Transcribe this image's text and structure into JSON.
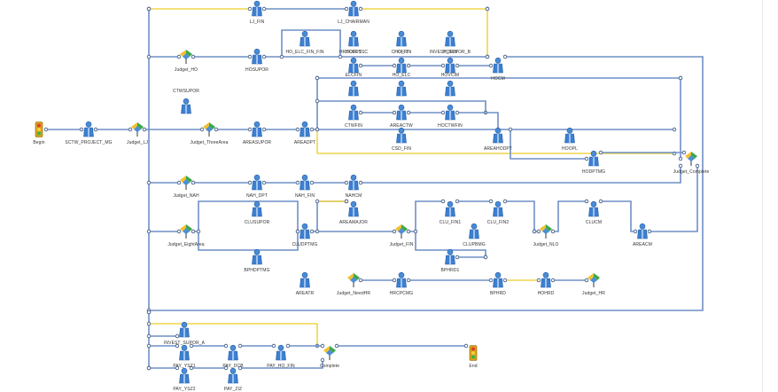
{
  "diagram": {
    "colors": {
      "blue_link": "#6f8fc6",
      "yellow_link": "#f0d64a",
      "dot": "#2f4f7f"
    },
    "nodes": [
      {
        "id": "begin",
        "label": "Begin",
        "type": "traffic"
      },
      {
        "id": "sctw_project_mg",
        "label": "SCTW_PROJECT_MG",
        "type": "person"
      },
      {
        "id": "judget_lj",
        "label": "Judget_LJ",
        "type": "judge"
      },
      {
        "id": "lj_fin",
        "label": "LJ_FIN",
        "type": "person"
      },
      {
        "id": "lj_chairman",
        "label": "LJ_CHAIRMAN",
        "type": "person"
      },
      {
        "id": "judget_ho",
        "label": "Judget_HO",
        "type": "judge"
      },
      {
        "id": "hosupor",
        "label": "HOSUPOR",
        "type": "person"
      },
      {
        "id": "ho_elc_fin_fin",
        "label": "HO_ELC_FIN_FIN",
        "type": "person"
      },
      {
        "id": "hrdofessc",
        "label": "HRDOFESSC",
        "type": "person"
      },
      {
        "id": "hofit",
        "label": "HOFIT",
        "type": "person"
      },
      {
        "id": "invest_supor_b",
        "label": "INVEST_SUPOR_B",
        "type": "person"
      },
      {
        "id": "hodpt",
        "label": "HODPT",
        "type": "person"
      },
      {
        "id": "cho_fin",
        "label": "CHO_FIN",
        "type": "person"
      },
      {
        "id": "hofin",
        "label": "HOFIN",
        "type": "person"
      },
      {
        "id": "hocm",
        "label": "HOCM",
        "type": "person"
      },
      {
        "id": "elcfin",
        "label": "ELCFIN",
        "type": "person"
      },
      {
        "id": "ho_elc",
        "label": "HO_ELC",
        "type": "person"
      },
      {
        "id": "hovcim",
        "label": "HOVCIM",
        "type": "person"
      },
      {
        "id": "ctwfin",
        "label": "CTWFIN",
        "type": "person"
      },
      {
        "id": "areactw",
        "label": "AREACTW",
        "type": "person"
      },
      {
        "id": "hoctwfin",
        "label": "HOCTWFIN",
        "type": "person"
      },
      {
        "id": "ctwsupor",
        "label": "CTWSUPOR",
        "type": "person"
      },
      {
        "id": "judget_threearea",
        "label": "Judget_ThreeArea",
        "type": "judge"
      },
      {
        "id": "areasupor",
        "label": "AREASUPOR",
        "type": "person"
      },
      {
        "id": "areadpt",
        "label": "AREADPT",
        "type": "person"
      },
      {
        "id": "csd_fin",
        "label": "CSD_FIN",
        "type": "person"
      },
      {
        "id": "areahodpt",
        "label": "AREAHODPT",
        "type": "person"
      },
      {
        "id": "hoopl",
        "label": "HOOPL",
        "type": "person"
      },
      {
        "id": "hodptmg",
        "label": "HODPTMG",
        "type": "person"
      },
      {
        "id": "judget_complete",
        "label": "Judget_Complete",
        "type": "judge"
      },
      {
        "id": "judget_nah",
        "label": "Judget_NAH",
        "type": "judge"
      },
      {
        "id": "nah_dpt",
        "label": "NAH_DPT",
        "type": "person"
      },
      {
        "id": "nah_fin",
        "label": "NAH_FIN",
        "type": "person"
      },
      {
        "id": "nahcm",
        "label": "NAHCM",
        "type": "person"
      },
      {
        "id": "judget_eightarea",
        "label": "Judget_EightArea",
        "type": "judge"
      },
      {
        "id": "clusupor",
        "label": "CLUSUPOR",
        "type": "person"
      },
      {
        "id": "areamajor",
        "label": "AREAMAJOR",
        "type": "person"
      },
      {
        "id": "judget_fin",
        "label": "Judget_FIN",
        "type": "judge"
      },
      {
        "id": "clu_fin1",
        "label": "CLU_FIN1",
        "type": "person"
      },
      {
        "id": "clu_fin2",
        "label": "CLU_FIN2",
        "type": "person"
      },
      {
        "id": "judget_nlo",
        "label": "Judget_NLO",
        "type": "judge"
      },
      {
        "id": "clucm",
        "label": "CLUCM",
        "type": "person"
      },
      {
        "id": "areacm",
        "label": "AREACM",
        "type": "person"
      },
      {
        "id": "cludptmg",
        "label": "CLUDPTMG",
        "type": "person"
      },
      {
        "id": "clupbmg",
        "label": "CLUPBMG",
        "type": "person"
      },
      {
        "id": "bphrd1",
        "label": "BPHRD1",
        "type": "person"
      },
      {
        "id": "bphdptmg",
        "label": "BPHDPTMG",
        "type": "person"
      },
      {
        "id": "areatr",
        "label": "AREATR",
        "type": "person"
      },
      {
        "id": "judget_needhr",
        "label": "Judget_NeedHR",
        "type": "judge"
      },
      {
        "id": "hrcpcmg",
        "label": "HRCPCMG",
        "type": "person"
      },
      {
        "id": "bphrd",
        "label": "BPHRD",
        "type": "person"
      },
      {
        "id": "hohrd",
        "label": "HOHRD",
        "type": "person"
      },
      {
        "id": "judget_hr",
        "label": "Judget_HR",
        "type": "judge"
      },
      {
        "id": "invest_supor_a",
        "label": "INVEST_SUPOR_A",
        "type": "person"
      },
      {
        "id": "pay_ysz1",
        "label": "PAY_YSZ1",
        "type": "person"
      },
      {
        "id": "pay_dcb",
        "label": "PAY_DCB",
        "type": "person"
      },
      {
        "id": "pay_ho_fin",
        "label": "PAY_HO_FIN",
        "type": "person"
      },
      {
        "id": "complete",
        "label": "Complete",
        "type": "judge"
      },
      {
        "id": "end",
        "label": "End",
        "type": "traffic"
      },
      {
        "id": "pay_ysz2",
        "label": "PAY_YSZ2",
        "type": "person"
      },
      {
        "id": "pay_ziz",
        "label": "PAY_ZIZ",
        "type": "person"
      }
    ]
  }
}
